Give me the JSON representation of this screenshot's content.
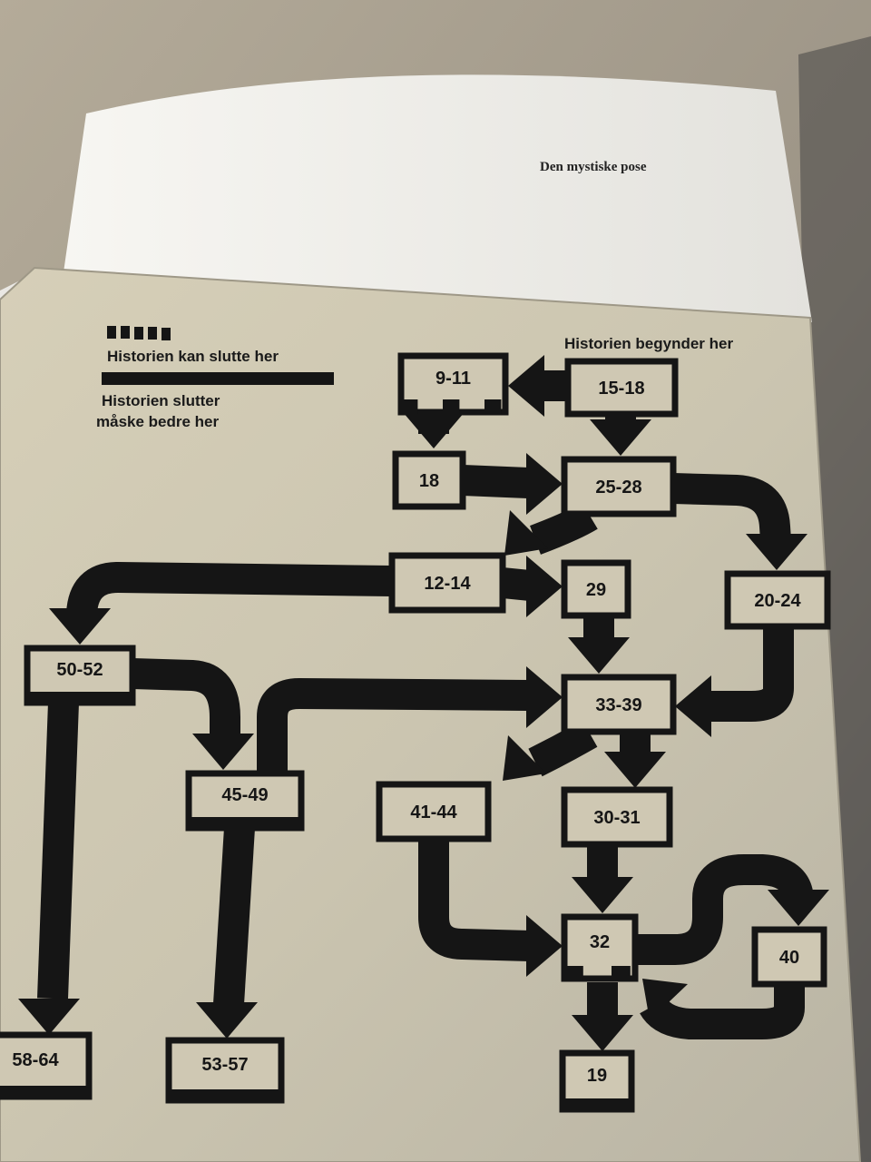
{
  "page": {
    "title": "Den mystiske pose"
  },
  "legend": {
    "maybe_end": "Historien kan slutte her",
    "better_end_line1": "Historien slutter",
    "better_end_line2": "måske bedre her"
  },
  "start_label": "Historien begynder her",
  "nodes": {
    "n9_11": "9-11",
    "n15_18": "15-18",
    "n18": "18",
    "n25_28": "25-28",
    "n12_14": "12-14",
    "n29": "29",
    "n20_24": "20-24",
    "n50_52": "50-52",
    "n33_39": "33-39",
    "n45_49": "45-49",
    "n41_44": "41-44",
    "n30_31": "30-31",
    "n32": "32",
    "n40": "40",
    "n58_64": "58-64",
    "n53_57": "53-57",
    "n19": "19"
  },
  "colors": {
    "ink": "#151515",
    "paper": "#cfc8b3",
    "white_page": "#eeede8",
    "background": "#8f8a80"
  }
}
